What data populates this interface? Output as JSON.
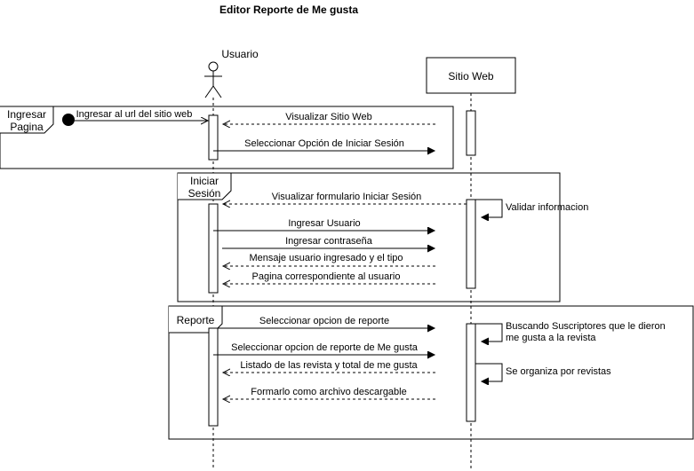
{
  "title": "Editor Reporte de Me gusta",
  "actors": {
    "user": "Usuario",
    "system": "Sitio Web"
  },
  "frames": {
    "f1": [
      "Ingresar",
      "Pagina"
    ],
    "f2": [
      "Iniciar",
      "Sesión"
    ],
    "f3": [
      "Reporte"
    ]
  },
  "messages": [
    {
      "label": "Ingresar al url del sitio web",
      "kind": "sync"
    },
    {
      "label": "Visualizar Sitio Web",
      "kind": "return"
    },
    {
      "label": "Seleccionar Opción de Iniciar Sesión",
      "kind": "sync"
    },
    {
      "label": "Visualizar formulario Iniciar Sesión",
      "kind": "return"
    },
    {
      "label": "Ingresar Usuario",
      "kind": "sync"
    },
    {
      "label": "Ingresar contraseña",
      "kind": "sync"
    },
    {
      "label": "Mensaje usuario ingresado y el tipo",
      "kind": "return"
    },
    {
      "label": "Pagina correspondiente al usuario",
      "kind": "return"
    },
    {
      "label": "Seleccionar opcion de reporte",
      "kind": "sync"
    },
    {
      "label": "Seleccionar opcion de reporte de Me gusta",
      "kind": "sync"
    },
    {
      "label": "Listado de las revista y total de me gusta",
      "kind": "return"
    },
    {
      "label": "Formarlo como archivo descargable",
      "kind": "return"
    }
  ],
  "self_messages": [
    {
      "lines": [
        "Validar informacion"
      ]
    },
    {
      "lines": [
        "Buscando Suscriptores que le dieron",
        "me gusta a la revista"
      ]
    },
    {
      "lines": [
        "Se organiza por revistas"
      ]
    }
  ]
}
